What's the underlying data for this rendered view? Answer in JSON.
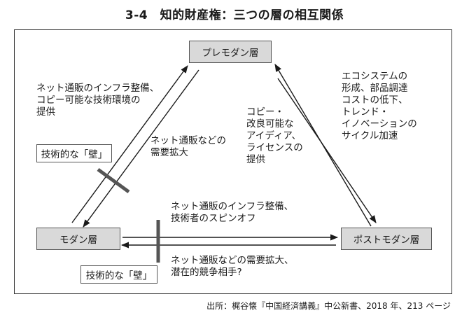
{
  "title": "3-4　知的財産権：三つの層の相互関係",
  "nodes": {
    "premodern": "プレモダン層",
    "modern": "モダン層",
    "postmodern": "ポストモダン層"
  },
  "walls": {
    "left": "技術的な「壁」",
    "bottom": "技術的な「壁」"
  },
  "edge_labels": {
    "modern_to_premodern": "ネット通販のインフラ整備、\nコピー可能な技術環境の\n提供",
    "premodern_to_modern": "ネット通販などの\n需要拡大",
    "premodern_to_postmodern": "コピー・\n改良可能な\nアイディア、\nライセンスの\n提供",
    "postmodern_to_premodern": "エコシステムの\n形成、部品調達\nコストの低下、\nトレンド・\nイノベーションの\nサイクル加速",
    "modern_to_postmodern": "ネット通販のインフラ整備、\n技術者のスピンオフ",
    "postmodern_to_modern": "ネット通販などの需要拡大、\n潜在的競争相手?"
  },
  "source": "出所：梶谷懐『中国経済講義』中公新書、2018 年、213 ページ"
}
